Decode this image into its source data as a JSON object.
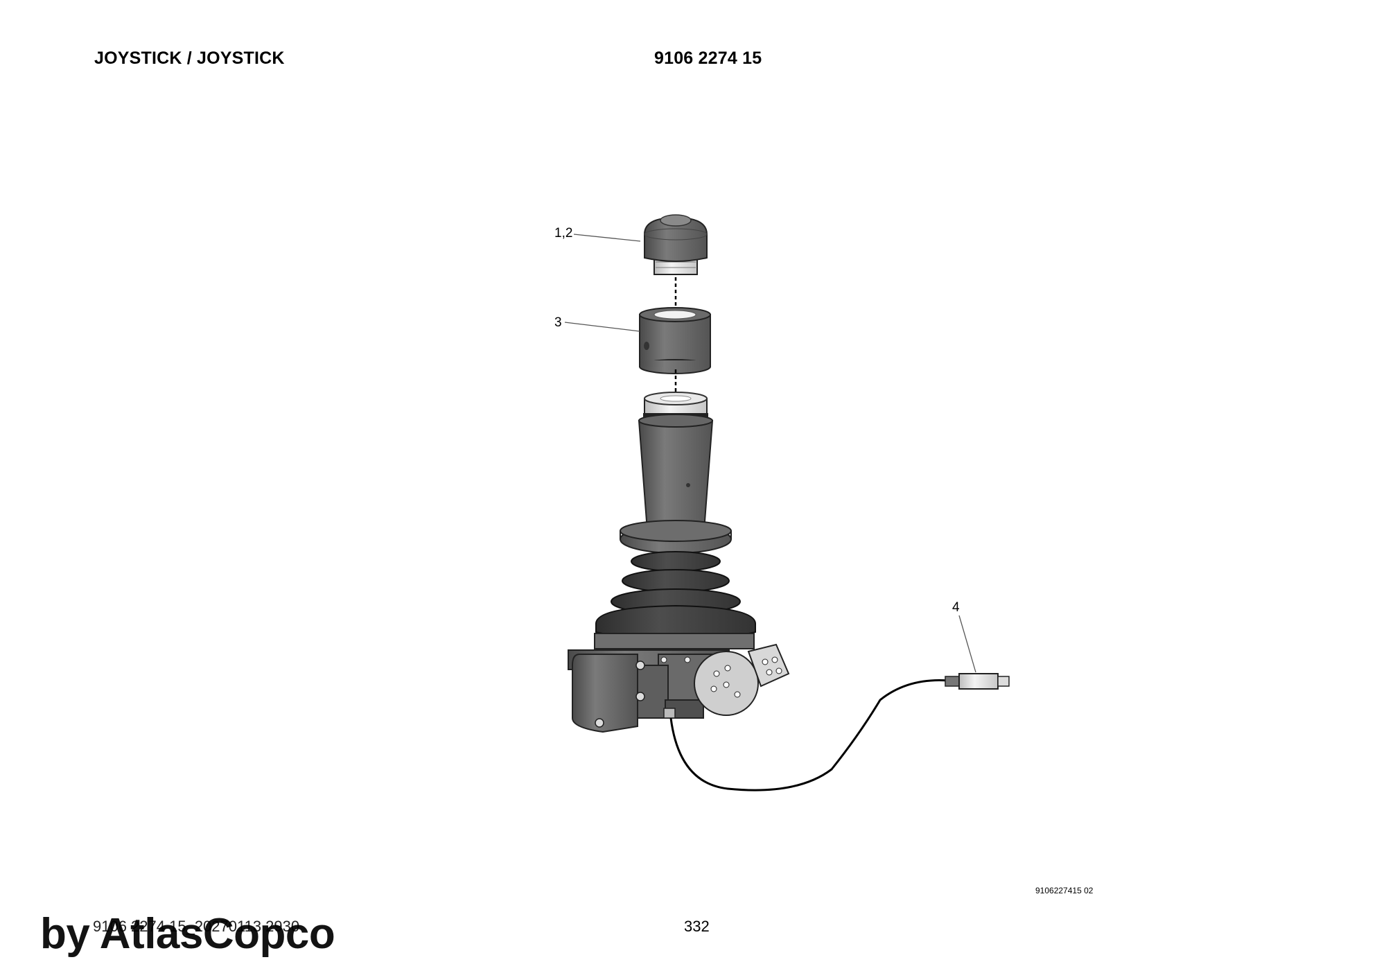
{
  "header": {
    "title": "JOYSTICK / JOYSTICK",
    "part_number": "9106 2274 15"
  },
  "callouts": [
    {
      "id": "c12",
      "label": "1,2"
    },
    {
      "id": "c3",
      "label": "3"
    },
    {
      "id": "c4",
      "label": "4"
    }
  ],
  "drawing_reference": "9106227415 02",
  "footer": {
    "document_id": "9106 2274 15_20270113 2930",
    "page_number": "332"
  },
  "watermark": "by AtlasCopco"
}
